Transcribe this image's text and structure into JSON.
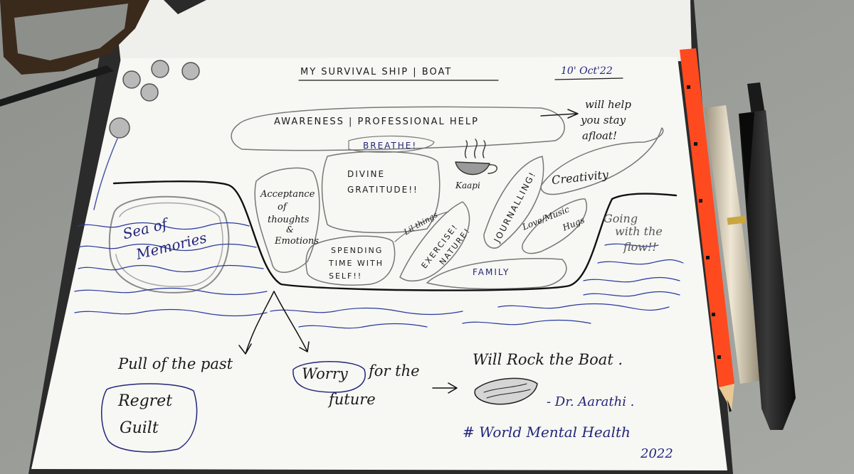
{
  "sketch": {
    "title": "MY SURVIVAL SHIP | BOAT",
    "date": "10' Oct'22",
    "awareness": "AWARENESS | PROFESSIONAL HELP",
    "stay_afloat": [
      "will help",
      "you stay",
      "afloat!"
    ],
    "breathe": "BREATHE!",
    "divine": [
      "DIVINE",
      "GRATITUDE!!"
    ],
    "kaapi": "Kaapi",
    "creativity": "Creativity",
    "acceptance": [
      "Acceptance",
      "of",
      "thoughts",
      "&",
      "Emotions"
    ],
    "journalling": "JOURNALLING!",
    "love_music": [
      "Love/Music",
      "Hugs"
    ],
    "lil_things": "Lil things",
    "exercise": [
      "EXERCISE!",
      "NATURE!"
    ],
    "spending": [
      "SPENDING",
      "TIME WITH",
      "SELF!!"
    ],
    "family": "FAMILY",
    "going_flow": [
      "Going",
      "with the",
      "flow!!"
    ],
    "sea": [
      "Sea of",
      "Memories"
    ],
    "pull_past": "Pull of the past",
    "regret": "Regret",
    "guilt": "Guilt",
    "worry": "Worry",
    "for_the": "for the",
    "future": "future",
    "rock_boat": "Will Rock the Boat .",
    "author": "- Dr. Aarathi .",
    "hashtag": "# World Mental Health",
    "year": "2022"
  },
  "colors": {
    "desk": "#9a9c98",
    "paper": "#f7f7f4",
    "ink_black": "#1b1b1b",
    "ink_blue": "#23257a",
    "pencil_grey": "#7d7d7d",
    "orange_pencil": "#ff4a1f",
    "gold_pen": "#c9bfa8",
    "black_pen": "#141414"
  }
}
